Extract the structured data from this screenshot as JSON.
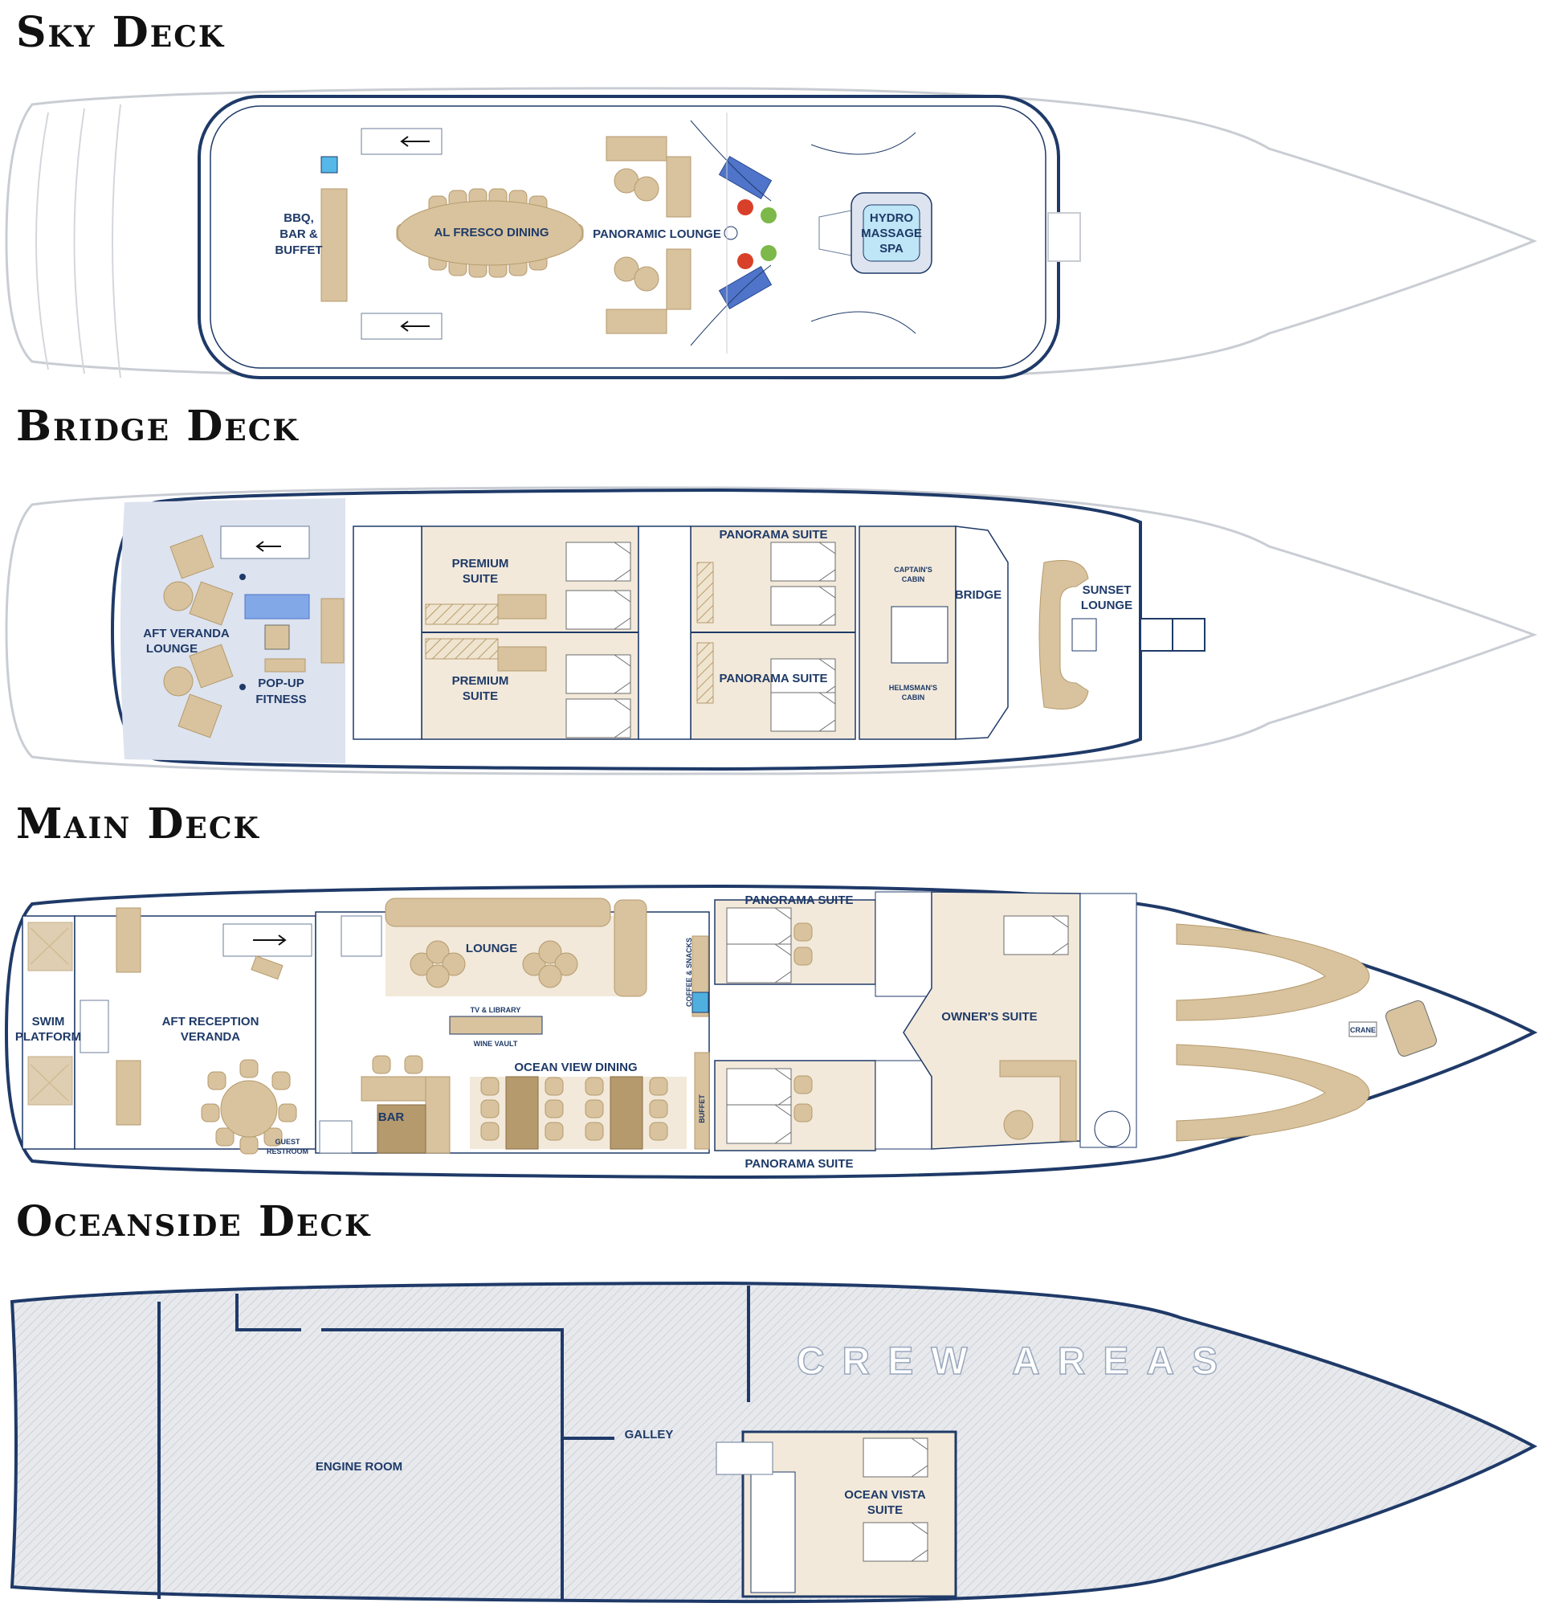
{
  "decks": {
    "sky": {
      "title": "Sky Deck",
      "labels": {
        "bbq": [
          "BBQ,",
          "BAR &",
          "BUFFET"
        ],
        "dining": "AL FRESCO DINING",
        "lounge": "PANORAMIC LOUNGE",
        "spa": [
          "HYDRO",
          "MASSAGE",
          "SPA"
        ]
      }
    },
    "bridge": {
      "title": "Bridge Deck",
      "labels": {
        "veranda": [
          "AFT VERANDA",
          "LOUNGE"
        ],
        "fitness": [
          "POP-UP",
          "FITNESS"
        ],
        "premium_top": [
          "PREMIUM",
          "SUITE"
        ],
        "premium_bottom": [
          "PREMIUM",
          "SUITE"
        ],
        "panorama_top": "PANORAMA SUITE",
        "panorama_bottom": "PANORAMA SUITE",
        "captain": [
          "CAPTAIN'S",
          "CABIN"
        ],
        "helmsman": [
          "HELMSMAN'S",
          "CABIN"
        ],
        "bridge": "BRIDGE",
        "sunset": [
          "SUNSET",
          "LOUNGE"
        ]
      }
    },
    "main": {
      "title": "Main Deck",
      "labels": {
        "swim": [
          "SWIM",
          "PLATFORM"
        ],
        "aft_reception": [
          "AFT RECEPTION",
          "VERANDA"
        ],
        "restroom": [
          "GUEST",
          "RESTROOM"
        ],
        "lounge": "LOUNGE",
        "tv": "TV & LIBRARY",
        "wine": "WINE VAULT",
        "dining": "OCEAN VIEW DINING",
        "bar": "BAR",
        "buffet": "BUFFET",
        "coffee": "COFFEE & SNACKS",
        "panorama_top": "PANORAMA SUITE",
        "panorama_bottom": "PANORAMA SUITE",
        "owner": "OWNER'S SUITE",
        "crane": "CRANE"
      }
    },
    "oceanside": {
      "title": "Oceanside Deck",
      "labels": {
        "crew": "CREW AREAS",
        "galley": "GALLEY",
        "engine": "ENGINE ROOM",
        "vista": [
          "OCEAN VISTA",
          "SUITE"
        ]
      }
    }
  },
  "colors": {
    "navy": "#1f3a68",
    "wood": "#d8c39e",
    "floor": "#f2e9da",
    "hull": "#c9cdd3",
    "pool_blue": "#4f74c9",
    "veranda_tint": "#dde3ef",
    "crew_fill": "#e7e9ed"
  }
}
